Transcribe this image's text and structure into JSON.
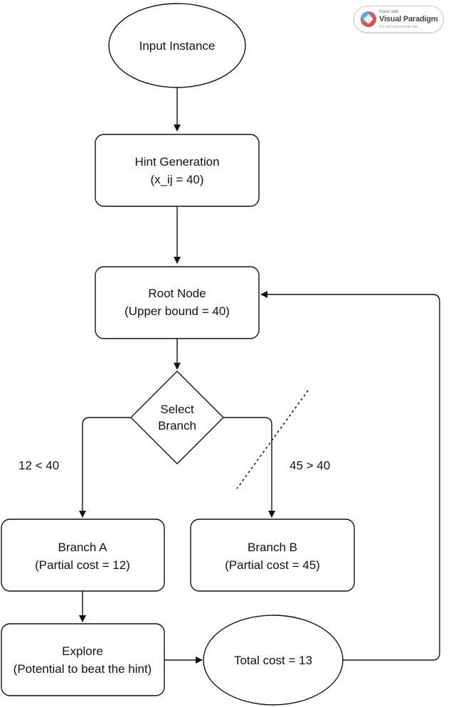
{
  "watermark": {
    "made_with": "Made with",
    "brand": "Visual Paradigm",
    "tagline": "For non-commercial use"
  },
  "nodes": {
    "input_instance": "Input Instance",
    "hint_generation": [
      "Hint Generation",
      "(x_ij = 40)"
    ],
    "root_node": [
      "Root Node",
      "(Upper bound = 40)"
    ],
    "select_branch": [
      "Select",
      "Branch"
    ],
    "branch_a": [
      "Branch A",
      "(Partial cost = 12)"
    ],
    "branch_b": [
      "Branch B",
      "(Partial cost = 45)"
    ],
    "explore": [
      "Explore",
      "(Potential to beat the hint)"
    ],
    "total_cost": "Total cost = 13"
  },
  "edge_labels": {
    "left_branch": "12 < 40",
    "right_branch": "45 > 40"
  }
}
